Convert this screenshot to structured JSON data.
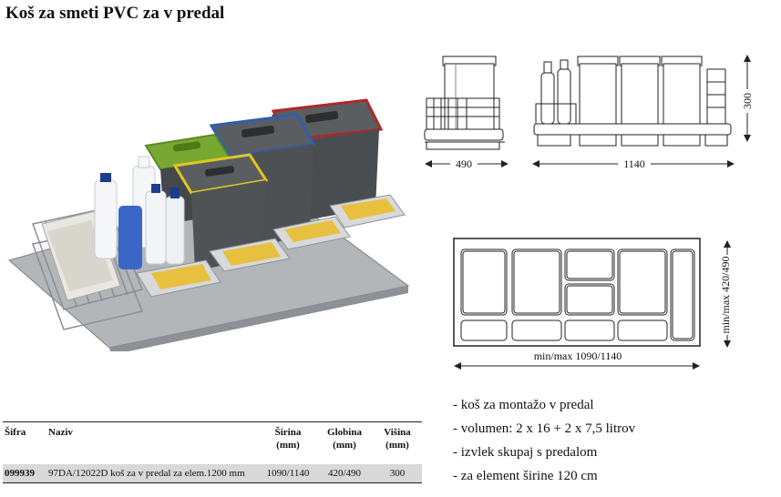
{
  "title": "Koš za smeti PVC za v predal",
  "drawings": {
    "side_width": "490",
    "front_width": "1140",
    "height": "300",
    "plan_depth": "min/max 420/490",
    "plan_width": "min/max 1090/1140"
  },
  "table": {
    "headers": {
      "code": "Šifra",
      "name": "Naziv",
      "width": "Širina",
      "width_unit": "(mm)",
      "depth": "Globina",
      "depth_unit": "(mm)",
      "height": "Višina",
      "height_unit": "(mm)"
    },
    "row": {
      "code": "099939",
      "name": "97DA/12022D koš za v predal za elem.1200 mm",
      "width": "1090/1140",
      "depth": "420/490",
      "height": "300"
    }
  },
  "features": [
    "- koš za montažo v predal",
    "- volumen: 2 x 16 + 2 x 7,5 litrov",
    "- izvlek skupaj s predalom",
    "- za element širine 120 cm"
  ],
  "colors": {
    "lid_green": "#79a832",
    "lid_yellow_rim": "#e0c81e",
    "lid_blue_rim": "#2e5fb0",
    "lid_red_rim": "#b02828",
    "bin_grey": "#55585b",
    "tray_grey": "#9a9ea2"
  }
}
